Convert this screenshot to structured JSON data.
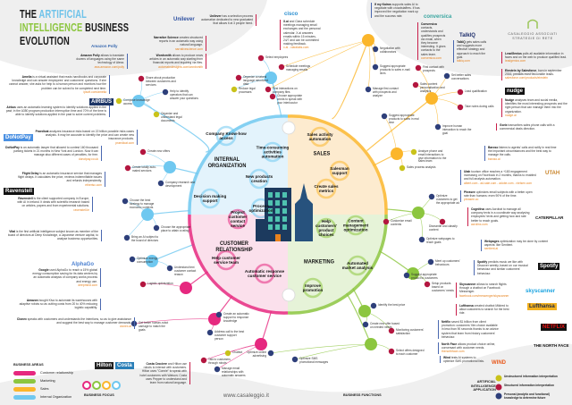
{
  "title": {
    "the": "THE ",
    "artificial": "ARTIFICIAL",
    "intelligence": "INTELLIGENCE",
    "business": " BUSINESS",
    "evolution": "EVOLUTION"
  },
  "brand": {
    "name": "CASALEGGIO ASSOCIATI",
    "tagline": "STRATEGIE DI RETE"
  },
  "colors": {
    "customer_relationship": "#e6287f",
    "marketing": "#8cc63f",
    "sales": "#fbb62b",
    "internal_organization": "#6fc8f0",
    "unstructured": "#c9c21a",
    "structured": "#b3163f",
    "personal": "#2e3f7a"
  },
  "areas": {
    "internal": "INTERNAL\nORGANIZATION",
    "sales": "SALES",
    "customer": "CUSTOMER\nRELATIONSHIP",
    "marketing": "MARKETING"
  },
  "functions": [
    "Company Know-how\naccess",
    "Time-consuming\nactivities\nautomation",
    "New products\ncreation",
    "Decision making\nsupport",
    "Process\noptimization",
    "Sales activity\nautomation",
    "Salesman\nsupport",
    "Create sales\nmetrics",
    "Project\ncustomer\ncontact\nservice",
    "Help customer\nservice team",
    "Automatic response\ncustomer service",
    "Help\ncustomers'\nproduct\nchoices",
    "Content\nmanagement\noptimization",
    "Automated\nmarket analysis",
    "Improve\npromotion"
  ],
  "cases": [
    {
      "name": "Unilever",
      "text": " has a selection process automation dedicated to new graduated that allows it at 3 people hired.",
      "link": ""
    },
    {
      "name": "Narrative Science",
      "text": " creates structured reports in an automatic way using natural language.",
      "link": "narrativescience.com"
    },
    {
      "name": "Wordsmith",
      "text": " allows to produce news articles in an automatic way starting from financial reports and inquiring via files.",
      "link": "automatedinsights.com/wordsmith"
    },
    {
      "name": "X.ai",
      "text": " and Clara schedule meetings managing email exchanges and the personal calendar. X.ai answers emails within 15 minutes, 24/7 and can be committed making feedback.",
      "link": "x.ai - claralabs.com"
    },
    {
      "name": "If my Kairos",
      "text": " supports sales AI to negotiate with crowdstaffers. If has improved the negotiation mark up and the success rate.",
      "link": ""
    },
    {
      "name": "Conversica",
      "text": " contacts, understands and qualifies prospects via email, when they become interesting. It gives contacts to the sales team.",
      "link": "conversica.com"
    },
    {
      "name": "TalkIQ",
      "text": " gets sales calls and suggests more effective strategy and approach to reach the goal.",
      "link": "talkiq.com"
    },
    {
      "name": "LeadGenius",
      "text": " pulls all available information in faces and on the web to produce qualified lead.",
      "link": "leadgenius.com"
    },
    {
      "name": "Einstein by Salesforce",
      "text": ", born in september 2016, predicts most favourable leads.",
      "link": "salesforce.com/products/einstein"
    },
    {
      "name": "Nudge",
      "text": " analyses team and social media, identifies the most interesting prospects and the right person that can manage them into the organization.",
      "link": "nudge.ai"
    },
    {
      "name": "Gorix",
      "text": " transcribes sales phone calls with a commercial deals direction.",
      "link": ""
    },
    {
      "name": "Baroso",
      "text": " listens to agents' calls and notify in real time the important circumstances and the best way to manage the calls.",
      "link": "baroso.ai"
    },
    {
      "name": "Utah",
      "text": " tourism office reaches a +180 engagement increasing on Facebook in 2 months, thanks to enabled and full analysis automation.",
      "link": "albert.com - ad-sale.com - adobe.com - nielsen.com"
    },
    {
      "name": "Phrasee",
      "text": " optimizes email subjects with a better open rate than humans: even 90% of the time.",
      "link": "phrasee.co"
    },
    {
      "name": "Cognitiva",
      "text": " uses Acrobat to manage all company texts in a coordinate way analysing employees' texts and getting how and rate better to reach goals.",
      "link": "acrolinx.com"
    },
    {
      "name": "Webpages",
      "text": " optimization may be done by content aspects: like Sentient.",
      "link": "sentient.ai"
    },
    {
      "name": "Spotify",
      "text": " predicts music we like with Discover weekly, based on our musical behaviour and similar customers' behaviour.",
      "link": ""
    },
    {
      "name": "Skyscanner",
      "text": " allows to search flights through a chatbot on Facebook Messenger.",
      "link": "facebook.com/messenger/skyscanner"
    },
    {
      "name": "Lufthansa",
      "text": " created chatbot Mildred to allow customers to search for the best ride.",
      "link": ""
    },
    {
      "name": "Netflix",
      "text": " saved $1 billion from client promotion: customers' film choice available in less than 90 seconds thanks to an advice system that learn from history customers' behaviour.",
      "link": ""
    },
    {
      "name": "North Face",
      "text": " allows product choice online, conversant with customer needs.",
      "link": "thenorthface.com"
    },
    {
      "name": "Wind",
      "text": " tests AI systems to optimize SMS promotional lists.",
      "link": ""
    },
    {
      "name": "Amazon Polly",
      "text": " allows to translate dozens of languages using the same technology of Alexa.",
      "link": "aws.amazon.com/polly"
    },
    {
      "name": "Amelia",
      "text": " is a virtual assistant that reads handbooks and corporate knowledge and can answer employees' and customers' questions. If she cannot answer, she asks for help to a human person and monitors how the problem can be solved to be completed next time.",
      "link": "ipsoft.com/amelia"
    },
    {
      "name": "Airbus",
      "text": " uses an automatic learning system to identify solutions applied in the past; in the A350 program production interruption time and 70% of the time is able to identify solutions applied in the past to solve current problems.",
      "link": ""
    },
    {
      "name": "Praedicat",
      "text": " analyzes insurance risks based on 22 billion possible risks cases analysis. It may be accurate to identify the price and can create new insurance products.",
      "link": "praedicat.com"
    },
    {
      "name": "DoNotPay",
      "text": " is an automatic lawyer that allowed to contest 160 thousand parking tickets in 21 months in New York and London. Now it can manage also different cases of penalties, for free.",
      "link": "donotpay.co.uk"
    },
    {
      "name": "Flight Delay",
      "text": " is an automatic insurance service that manages flight delays. It calculates the price, reviews indemnifiable issues and refunds independently.",
      "link": "etherisc.com"
    },
    {
      "name": "Ravenstell",
      "text": " is the client supported company in Europe, with AI in Ireland. It deals with scientific research based on articles, papers and from experimental solutions.",
      "link": "ravenstell.ie"
    },
    {
      "name": "Vital",
      "text": " is the first artificial intelligence subject known as member of the board of directors at Deep Knowledge, a Japanese venture capital, to analyse business opportunities.",
      "link": ""
    },
    {
      "name": "Google",
      "text": " used AlphaGo to reach a 15% global energy consumption saving for its data centers by an automatic analysis of company works process and energy use.",
      "link": "deepmind.com"
    },
    {
      "name": "Amazon",
      "text": " bought Kiva to automate its warehouses with adaptive robots so as cutting costs from 20 to 40% reducing logistic capability.",
      "link": ""
    },
    {
      "name": "Clonex",
      "text": " speaks with customers and understands the intentions, so as to give assistance and suggest the best way to manage customer demands.",
      "link": "clonex.ai"
    },
    {
      "name": "Costa Crociere",
      "text": " and Hilton use robots to interact with customers. Hilton uses \"Connie\" to speak with hotel customers with Watson; Costa uses Pepper to understand and learn from natural language.",
      "link": ""
    }
  ],
  "logos": [
    "Unilever",
    "cisco",
    "conversica",
    "TalkIQ",
    "nudge",
    "UTAH",
    "CATERPILLAR",
    "Spotify",
    "skyscanner",
    "Lufthansa",
    "NETFLIX",
    "THE NORTH FACE",
    "WIND",
    "Amazon Polly",
    "AIRBUS",
    "DoNotPay",
    "Ravenstell",
    "AlphaGo",
    "Hilton",
    "Costa"
  ],
  "nodes": [
    "Select employees",
    "Organize a natural language structured data",
    "Reduce legal processes",
    "Choose appropriate words to speak with your interlocutor",
    "Share about production between customers and services",
    "Help to identify operators that can answer your questions",
    "Compose knowledge access",
    "Organize and understand legal documents",
    "Create new offers",
    "Create totally auto-mated services",
    "Company research and development",
    "Choose the best strategy to manage economic contexts",
    "Choose the appropriate place to attain a rating",
    "Bring an AI subject to the board of directors",
    "Optimize energy consumption",
    "Understand text customer contact reason",
    "Logistic optimization",
    "Get better human-robot carriage to match the goals",
    "Create an automatic support to response knowledge",
    "Address call to the best customer support person",
    "Talk to customers through robots",
    "Chatbot",
    "Manage email relationships with automatic answers",
    "Schedule meetings managing emails",
    "First interactions on company files",
    "Negotiation with collaborators",
    "Suggest appropriate products to sales e-mail lines",
    "Manage first contact with prospects and analyze",
    "First contact with prospects",
    "Set better sales conversations",
    "Sales content personalization and analytics",
    "Lead qualification",
    "Take notes during calls",
    "Suggest appropriate products to sales in real time",
    "Improve human interaction to reach the goal",
    "Analyze phone and email interactions to give information to the sales team",
    "Sales process analysis",
    "Optimize customers to get the appropriate ad",
    "Customize email contents",
    "Dismantle and classify content",
    "Optimize webpages to reach goals",
    "Meet up customers' behaviours",
    "Suggest appropriate product to customers",
    "Setup products based on customers' needs",
    "Identify the best price",
    "Create new offer based on needed needs",
    "Monitoring customers' satisfaction",
    "Select offers designed to each customer",
    "Optimize online advertising",
    "Optimize SMS promotional messages"
  ],
  "legend": {
    "areas_title": "BUSINESS AREAS",
    "areas": [
      "Customer relationship",
      "Marketing",
      "Sales",
      "Internal Organization"
    ],
    "focus_title": "BUSINESS FOCUS",
    "functions_title": "BUSINESS FUNCTIONS",
    "ai_title": "ARTIFICIAL\nINTELLIGENCE\nAPPLICATION",
    "ai": [
      "Unstructured information interpretation",
      "Structured information interpretation",
      "Personal (analytic and functional) knowledge to determine future"
    ]
  },
  "footer": {
    "url": "www.casaleggio.it"
  }
}
